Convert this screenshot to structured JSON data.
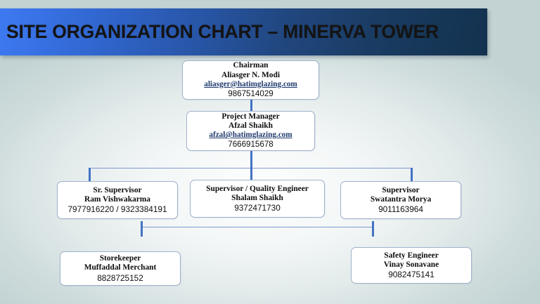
{
  "slide": {
    "title": "SITE ORGANIZATION CHART – MINERVA TOWER",
    "background_color": "#c3d3d4",
    "accent_color": "#4472c4",
    "banner_gradient_from": "#3d79f0",
    "banner_gradient_to": "#143250"
  },
  "chart_data": {
    "type": "diagram",
    "title": "SITE ORGANIZATION CHART – MINERVA TOWER",
    "nodes": [
      {
        "id": "chairman",
        "role": "Chairman",
        "person": "Aliasger N. Modi",
        "email": "aliasger@hatimglazing.com",
        "phone": "9867514029",
        "level": 0
      },
      {
        "id": "project-manager",
        "role": "Project Manager",
        "person": "Afzal Shaikh",
        "email": "afzal@hatimglazing.com",
        "phone": "7666915678",
        "level": 1
      },
      {
        "id": "sr-supervisor",
        "role": "Sr. Supervisor",
        "person": "Ram Vishwakarma",
        "phone": "7977916220 / 9323384191",
        "level": 2
      },
      {
        "id": "quality-engineer",
        "role": "Supervisor / Quality Engineer",
        "person": "Shalam Shaikh",
        "phone": "9372471730",
        "level": 2
      },
      {
        "id": "supervisor",
        "role": "Supervisor",
        "person": "Swatantra Morya",
        "phone": "9011163964",
        "level": 2
      },
      {
        "id": "storekeeper",
        "role": "Storekeeper",
        "person": "Muffaddal Merchant",
        "phone": "8828725152",
        "level": 3
      },
      {
        "id": "safety-engineer",
        "role": "Safety Engineer",
        "person": "Vinay Sonavane",
        "phone": "9082475141",
        "level": 3
      }
    ],
    "edges": [
      {
        "from": "chairman",
        "to": "project-manager"
      },
      {
        "from": "project-manager",
        "to": "sr-supervisor"
      },
      {
        "from": "project-manager",
        "to": "quality-engineer"
      },
      {
        "from": "project-manager",
        "to": "supervisor"
      },
      {
        "from": "sr-supervisor",
        "to": "storekeeper"
      },
      {
        "from": "sr-supervisor",
        "to": "safety-engineer"
      }
    ]
  }
}
